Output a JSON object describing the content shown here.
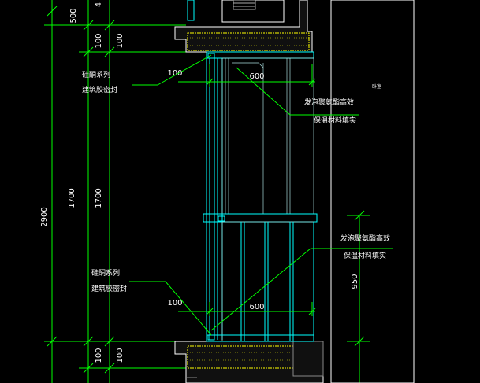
{
  "dimensions": {
    "top_left_cut": "500",
    "top_second_cut": "4",
    "left_total": "2900",
    "left_mid": "1700",
    "left_mid_inner": "1700",
    "left_top_100": "100",
    "left_top_100_inner": "100",
    "left_bottom_100": "100",
    "left_bottom_100_inner": "100",
    "right_950": "950",
    "top_offset": "100",
    "top_width": "600",
    "bottom_offset": "100",
    "bottom_width": "600"
  },
  "notes": {
    "upper_left_line1": "硅酮系列",
    "upper_left_line2": "建筑胶密封",
    "upper_right_line1": "发泡聚氨酯高效",
    "upper_right_line2": "保温材料填实",
    "lower_right_line1": "发泡聚氨酯高效",
    "lower_right_line2": "保温材料填实",
    "lower_left_line1": "硅酮系列",
    "lower_left_line2": "建筑胶密封",
    "room_label": "卧室"
  },
  "colors": {
    "dim_line": "#00ff00",
    "frame": "#00ffff",
    "frame_light": "#a8dcdc",
    "leader": "#00ff00",
    "wall": "#ffffff",
    "slab_fill": "#ffff00",
    "hatch": "#888888"
  }
}
